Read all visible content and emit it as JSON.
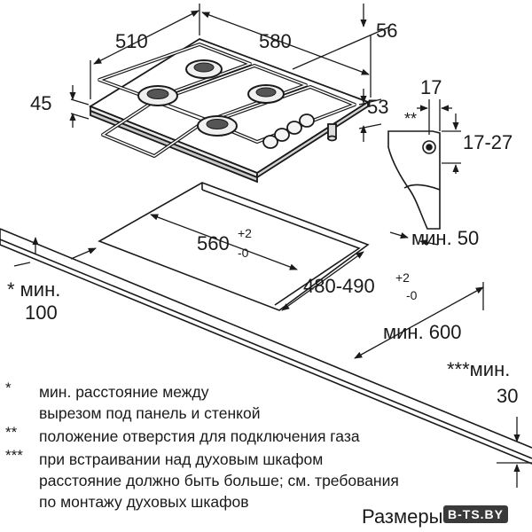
{
  "dimensions": {
    "width": "510",
    "depth": "580",
    "right_top": "56",
    "height": "45",
    "right_side": "53",
    "gas_offset": "17",
    "gas_marker": "**",
    "gas_range": "17-27",
    "cutout_width": "560",
    "cutout_width_tol_plus": "+2",
    "cutout_width_tol_minus": "-0",
    "cutout_depth": "480-490",
    "cutout_depth_tol_plus": "+2",
    "cutout_depth_tol_minus": "-0",
    "min_back": "мин. 50",
    "min_side_label": "* мин.",
    "min_side_value": "100",
    "min_front": "мин. 600",
    "min_top_label": "***мин.",
    "min_top_value": "30"
  },
  "notes": [
    {
      "mark": "*",
      "lines": [
        "мин. расстояние между",
        "вырезом под панель и стенкой"
      ]
    },
    {
      "mark": "**",
      "lines": [
        "положение отверстия для подключения газа"
      ]
    },
    {
      "mark": "***",
      "lines": [
        "при встраивании над духовым шкафом",
        "расстояние должно быть больше; см. требования",
        "по монтажу духовых шкафов"
      ]
    }
  ],
  "units_label": "Размеры в мм",
  "watermark": "B-TS.BY"
}
